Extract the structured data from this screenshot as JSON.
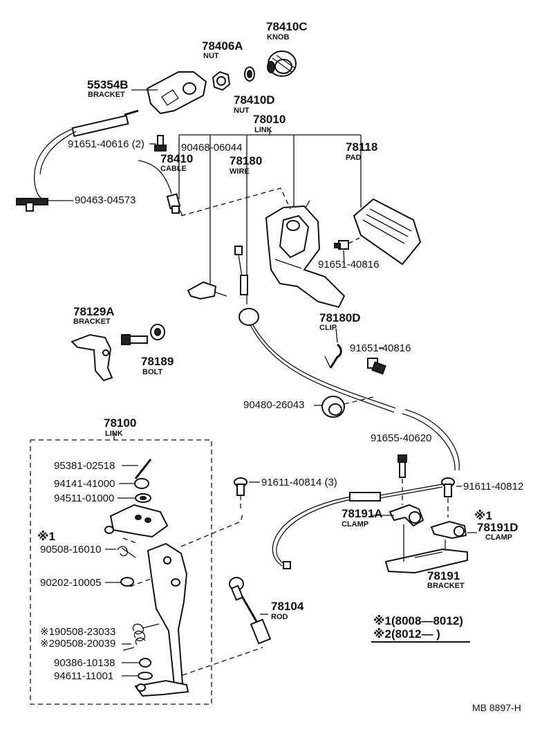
{
  "parts": {
    "p78410C": {
      "number": "78410C",
      "name": "KNOB"
    },
    "p78406A": {
      "number": "78406A",
      "name": "NUT"
    },
    "p55354B": {
      "number": "55354B",
      "name": "BRACKET"
    },
    "p78410D": {
      "number": "78410D",
      "name": "NUT"
    },
    "p78010": {
      "number": "78010",
      "name": "LINK"
    },
    "p91651_40616": {
      "number": "91651-40616 (2)"
    },
    "p90468_06044": {
      "number": "90468-06044"
    },
    "p78118": {
      "number": "78118",
      "name": "PAD"
    },
    "p78410": {
      "number": "78410",
      "name": "CABLE"
    },
    "p78180": {
      "number": "78180",
      "name": "WIRE"
    },
    "p90463_04573": {
      "number": "90463-04573"
    },
    "p91651_40816a": {
      "number": "91651-40816"
    },
    "p78129A": {
      "number": "78129A",
      "name": "BRACKET"
    },
    "p78180D": {
      "number": "78180D",
      "name": "CLIP"
    },
    "p91651_40816b": {
      "number": "91651-40816"
    },
    "p78189": {
      "number": "78189",
      "name": "BOLT"
    },
    "p90480_26043": {
      "number": "90480-26043"
    },
    "p78100": {
      "number": "78100",
      "name": "LINK"
    },
    "p91655_40620": {
      "number": "91655-40620"
    },
    "p95381_02518": {
      "number": "95381-02518"
    },
    "p91611_40814": {
      "number": "91611-40814 (3)"
    },
    "p91611_40812": {
      "number": "91611-40812"
    },
    "p94141_41000": {
      "number": "94141-41000"
    },
    "p94511_01000": {
      "number": "94511-01000"
    },
    "p78191A": {
      "number": "78191A",
      "name": "CLAMP"
    },
    "p78191D": {
      "number": "78191D",
      "name": "CLAMP",
      "mark": "※1"
    },
    "p90508_16010": {
      "number": "90508-16010",
      "mark": "※1"
    },
    "p90202_10005": {
      "number": "90202-10005"
    },
    "p78191": {
      "number": "78191",
      "name": "BRACKET"
    },
    "p78104": {
      "number": "78104",
      "name": "ROD"
    },
    "p90508_23033": {
      "number": "※190508-23033"
    },
    "p90508_20039": {
      "number": "※290508-20039"
    },
    "p90386_10138": {
      "number": "90386-10138"
    },
    "p94611_11001": {
      "number": "94611-11001"
    }
  },
  "notes": {
    "note1": "※1(8008—8012)",
    "note2": "※2(8012—        )"
  },
  "footer_code": "MB  8897-H"
}
